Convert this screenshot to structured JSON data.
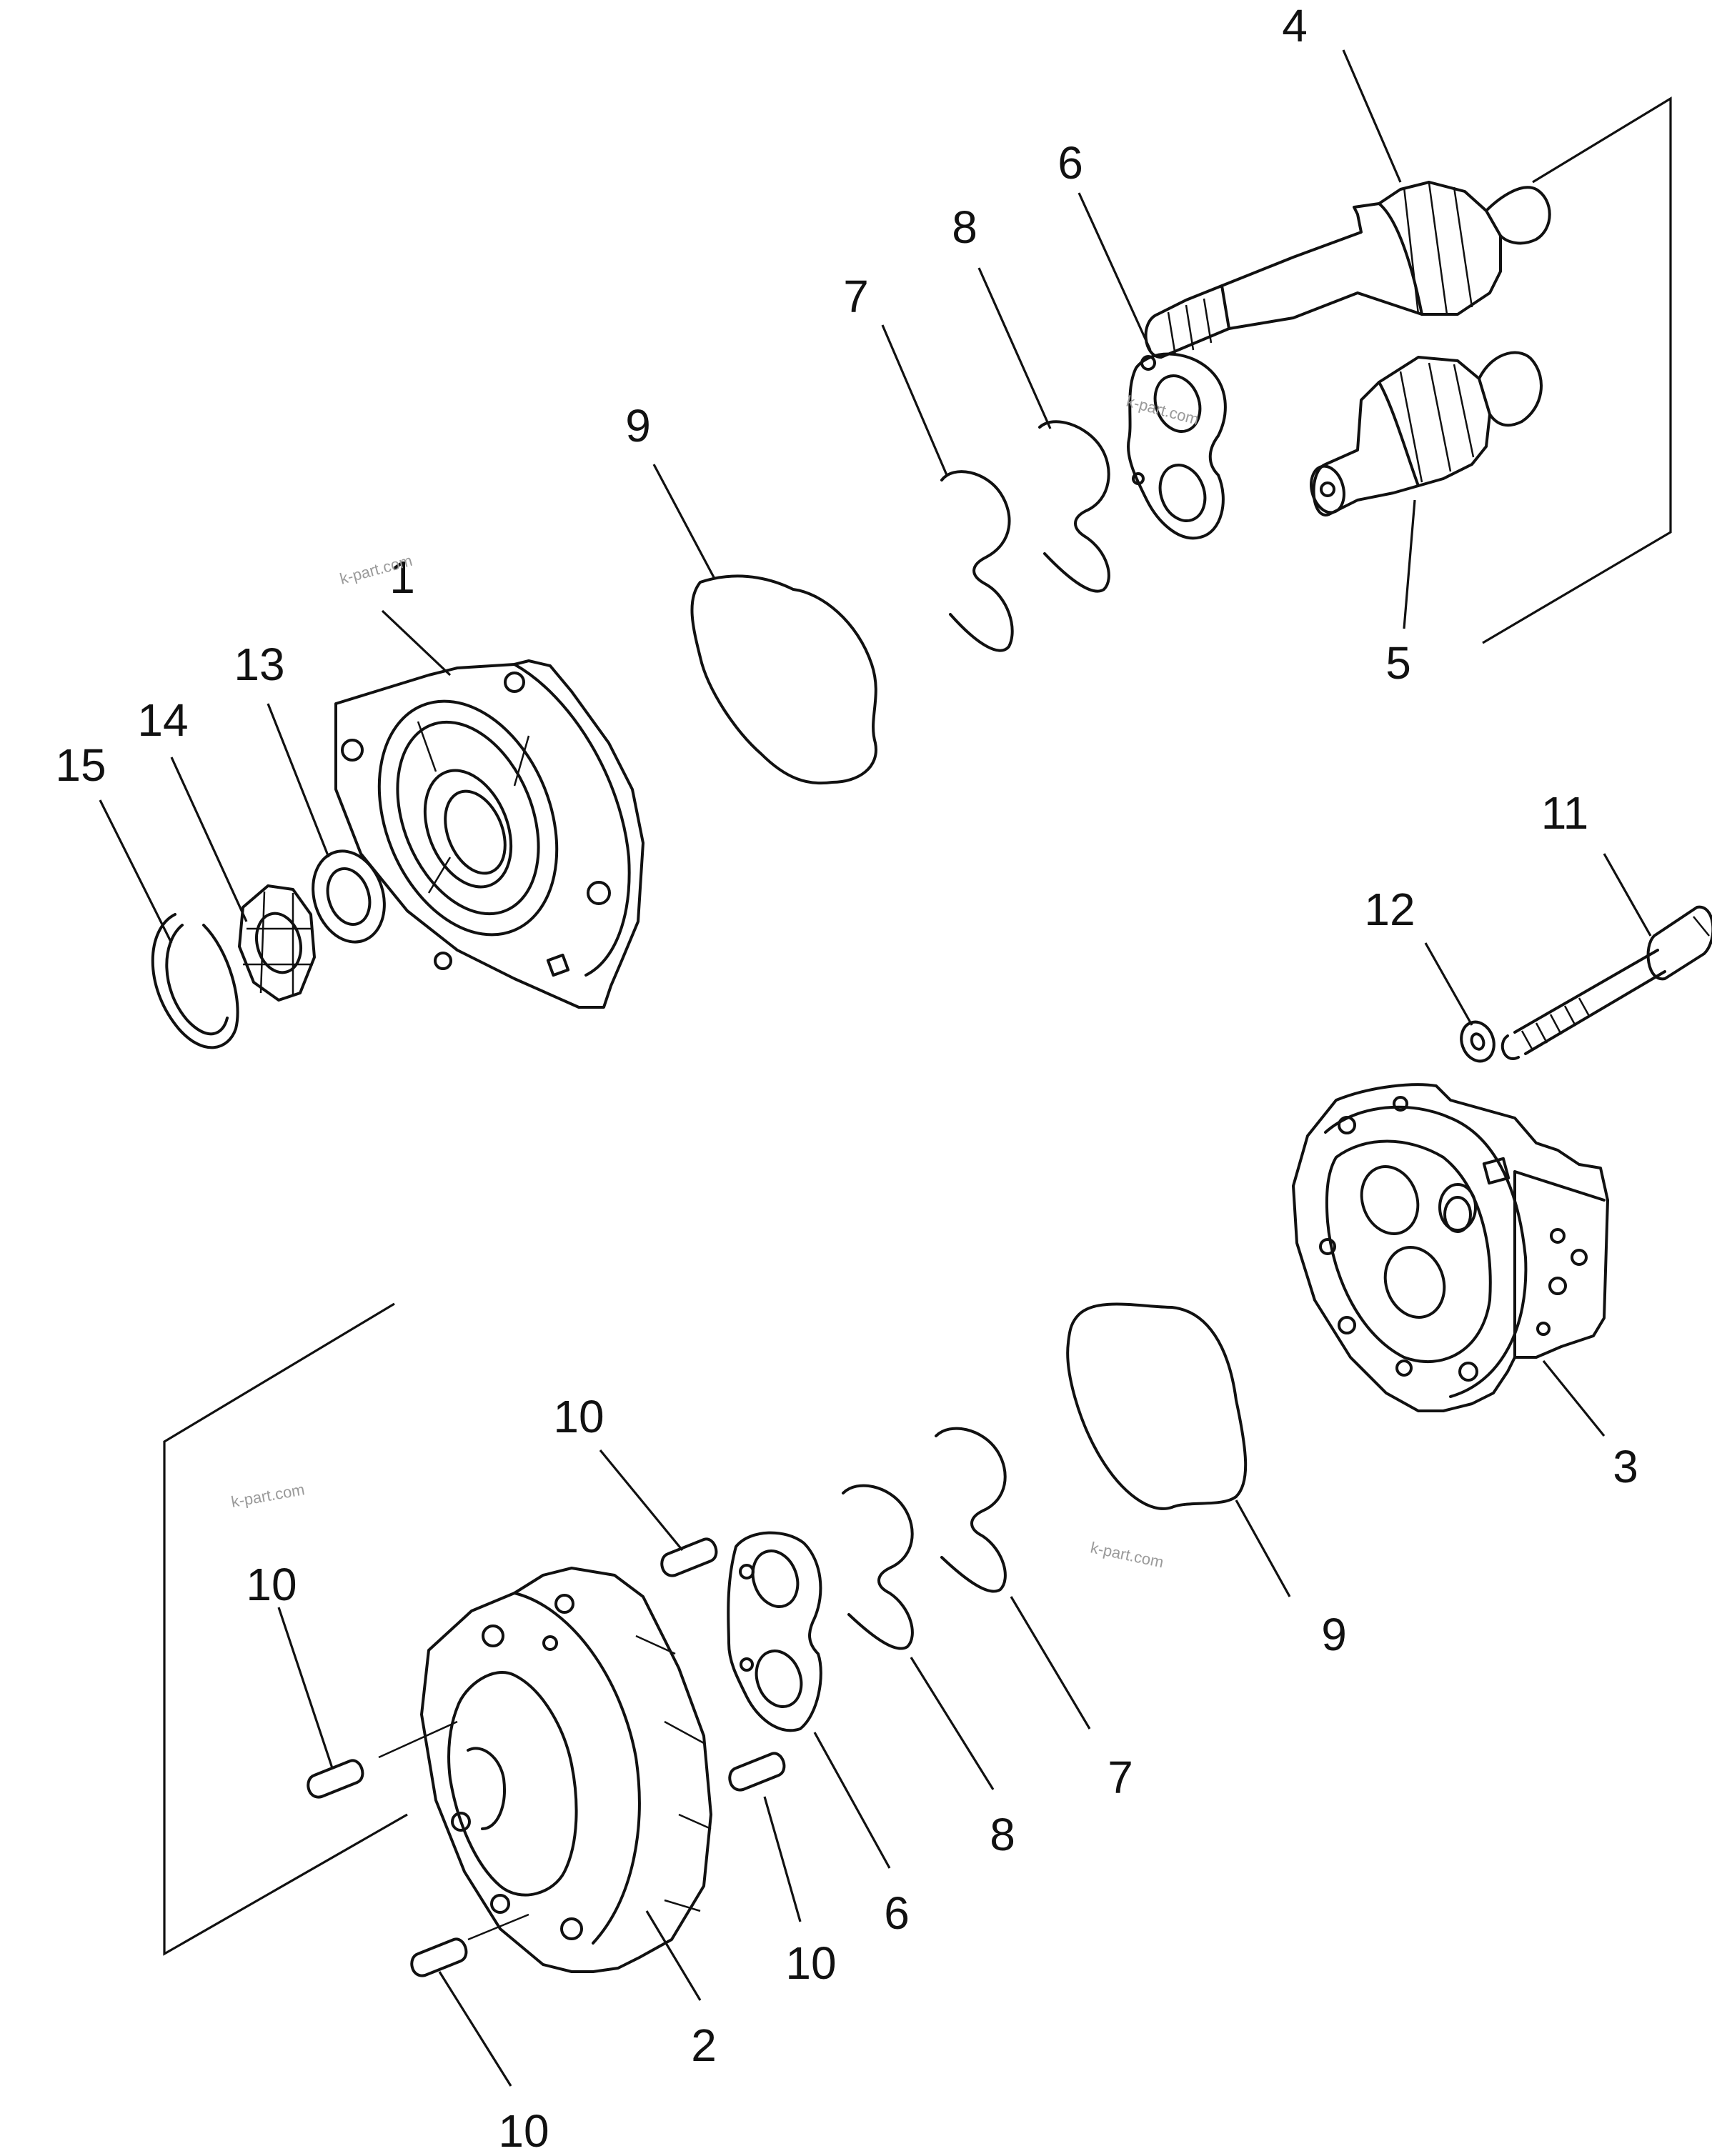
{
  "colors": {
    "ink": "#111111",
    "watermark": "#9a9a9a",
    "background": "#ffffff"
  },
  "watermark": "k-part.com",
  "callouts": {
    "c1": "1",
    "c2": "2",
    "c3": "3",
    "c4": "4",
    "c5": "5",
    "c6a": "6",
    "c6b": "6",
    "c7a": "7",
    "c7b": "7",
    "c8a": "8",
    "c8b": "8",
    "c9a": "9",
    "c9b": "9",
    "c10a": "10",
    "c10b": "10",
    "c10c": "10",
    "c10d": "10",
    "c11": "11",
    "c12": "12",
    "c13": "13",
    "c14": "14",
    "c15": "15"
  }
}
